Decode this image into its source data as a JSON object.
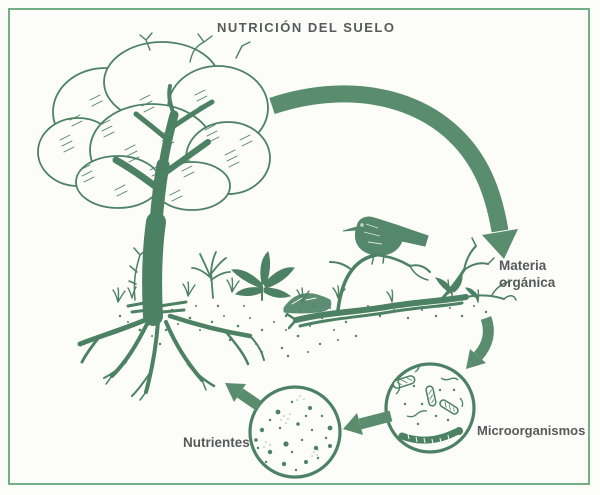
{
  "diagram": {
    "title": "NUTRICIÓN DEL SUELO",
    "labels": {
      "materia_organica_line1": "Materia",
      "materia_organica_line2": "orgánica",
      "microorganismos": "Microorganismos",
      "nutrientes": "Nutrientes"
    },
    "colors": {
      "ink_green": "#4c8164",
      "arrow_green": "#5a8d6e",
      "border_green": "#74ad86",
      "label_gray": "#58595b",
      "background": "#fcfcf9"
    },
    "icons": {
      "tree": "tree-illustration",
      "bird": "bird-icon",
      "dead_branch": "dead-branch-icon",
      "microbes_circle": "microbes-circle-icon",
      "nutrients_circle": "nutrients-circle-icon",
      "cycle_arrows": "cycle-arrow-icon"
    }
  }
}
